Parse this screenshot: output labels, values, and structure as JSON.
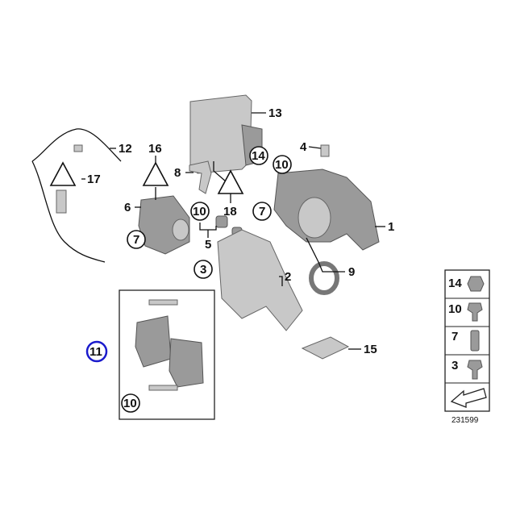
{
  "diagram_id": "231599",
  "highlight_color": "#1a1acc",
  "callouts": {
    "p1": "1",
    "p2": "2",
    "p3": "3",
    "p4": "4",
    "p5": "5",
    "p6": "6",
    "p7a": "7",
    "p7b": "7",
    "p8": "8",
    "p9": "9",
    "p10a": "10",
    "p10b": "10",
    "p10c": "10",
    "p11": "11",
    "p12": "12",
    "p13": "13",
    "p14": "14",
    "p15": "15",
    "p16": "16",
    "p17": "17",
    "p18": "18"
  },
  "legend": {
    "items": [
      "14",
      "10",
      "7",
      "3"
    ]
  }
}
